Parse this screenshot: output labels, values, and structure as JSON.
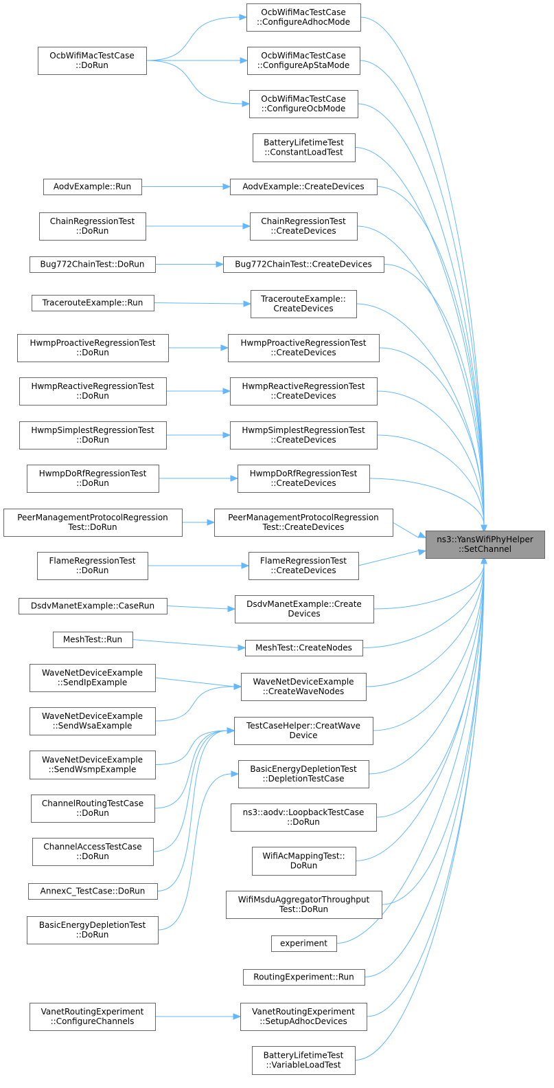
{
  "graph": {
    "root": {
      "id": "root",
      "lines": [
        "ns3::YansWifiPhyHelper",
        "::SetChannel"
      ]
    },
    "nodes": [
      {
        "id": "ocb_adhoc",
        "lines": [
          "OcbWifiMacTestCase",
          "::ConfigureAdhocMode"
        ]
      },
      {
        "id": "ocb_dorun",
        "lines": [
          "OcbWifiMacTestCase",
          "::DoRun"
        ]
      },
      {
        "id": "ocb_apsta",
        "lines": [
          "OcbWifiMacTestCase",
          "::ConfigureApStaMode"
        ]
      },
      {
        "id": "ocb_ocb",
        "lines": [
          "OcbWifiMacTestCase",
          "::ConfigureOcbMode"
        ]
      },
      {
        "id": "battery_const",
        "lines": [
          "BatteryLifetimeTest",
          "::ConstantLoadTest"
        ]
      },
      {
        "id": "aodv_run",
        "lines": [
          "AodvExample::Run"
        ]
      },
      {
        "id": "aodv_create",
        "lines": [
          "AodvExample::CreateDevices"
        ]
      },
      {
        "id": "chain_dorun",
        "lines": [
          "ChainRegressionTest",
          "::DoRun"
        ]
      },
      {
        "id": "chain_create",
        "lines": [
          "ChainRegressionTest",
          "::CreateDevices"
        ]
      },
      {
        "id": "bug_dorun",
        "lines": [
          "Bug772ChainTest::DoRun"
        ]
      },
      {
        "id": "bug_create",
        "lines": [
          "Bug772ChainTest::CreateDevices"
        ]
      },
      {
        "id": "trace_run",
        "lines": [
          "TracerouteExample::Run"
        ]
      },
      {
        "id": "trace_create",
        "lines": [
          "TracerouteExample::",
          "CreateDevices"
        ]
      },
      {
        "id": "hpro_dorun",
        "lines": [
          "HwmpProactiveRegressionTest",
          "::DoRun"
        ]
      },
      {
        "id": "hpro_create",
        "lines": [
          "HwmpProactiveRegressionTest",
          "::CreateDevices"
        ]
      },
      {
        "id": "hrea_dorun",
        "lines": [
          "HwmpReactiveRegressionTest",
          "::DoRun"
        ]
      },
      {
        "id": "hrea_create",
        "lines": [
          "HwmpReactiveRegressionTest",
          "::CreateDevices"
        ]
      },
      {
        "id": "hsim_dorun",
        "lines": [
          "HwmpSimplestRegressionTest",
          "::DoRun"
        ]
      },
      {
        "id": "hsim_create",
        "lines": [
          "HwmpSimplestRegressionTest",
          "::CreateDevices"
        ]
      },
      {
        "id": "hdorf_dorun",
        "lines": [
          "HwmpDoRfRegressionTest",
          "::DoRun"
        ]
      },
      {
        "id": "hdorf_create",
        "lines": [
          "HwmpDoRfRegressionTest",
          "::CreateDevices"
        ]
      },
      {
        "id": "peer_dorun",
        "lines": [
          "PeerManagementProtocolRegression",
          "Test::DoRun"
        ]
      },
      {
        "id": "peer_create",
        "lines": [
          "PeerManagementProtocolRegression",
          "Test::CreateDevices"
        ]
      },
      {
        "id": "flame_dorun",
        "lines": [
          "FlameRegressionTest",
          "::DoRun"
        ]
      },
      {
        "id": "flame_create",
        "lines": [
          "FlameRegressionTest",
          "::CreateDevices"
        ]
      },
      {
        "id": "dsdv_caserun",
        "lines": [
          "DsdvManetExample::CaseRun"
        ]
      },
      {
        "id": "dsdv_create",
        "lines": [
          "DsdvManetExample::Create",
          "Devices"
        ]
      },
      {
        "id": "mesh_run",
        "lines": [
          "MeshTest::Run"
        ]
      },
      {
        "id": "mesh_create",
        "lines": [
          "MeshTest::CreateNodes"
        ]
      },
      {
        "id": "wave_ip",
        "lines": [
          "WaveNetDeviceExample",
          "::SendIpExample"
        ]
      },
      {
        "id": "wave_create",
        "lines": [
          "WaveNetDeviceExample",
          "::CreateWaveNodes"
        ]
      },
      {
        "id": "wave_wsa",
        "lines": [
          "WaveNetDeviceExample",
          "::SendWsaExample"
        ]
      },
      {
        "id": "wave_wsmp",
        "lines": [
          "WaveNetDeviceExample",
          "::SendWsmpExample"
        ]
      },
      {
        "id": "tch_creat",
        "lines": [
          "TestCaseHelper::CreatWave",
          "Device"
        ]
      },
      {
        "id": "chroute_dorun",
        "lines": [
          "ChannelRoutingTestCase",
          "::DoRun"
        ]
      },
      {
        "id": "bed_depl",
        "lines": [
          "BasicEnergyDepletionTest",
          "::DepletionTestCase"
        ]
      },
      {
        "id": "aodv_loop",
        "lines": [
          "ns3::aodv::LoopbackTestCase",
          "::DoRun"
        ]
      },
      {
        "id": "chacc_dorun",
        "lines": [
          "ChannelAccessTestCase",
          "::DoRun"
        ]
      },
      {
        "id": "wifiac",
        "lines": [
          "WifiAcMappingTest::",
          "DoRun"
        ]
      },
      {
        "id": "annexc",
        "lines": [
          "AnnexC_TestCase::DoRun"
        ]
      },
      {
        "id": "msdu",
        "lines": [
          "WifiMsduAggregatorThroughput",
          "Test::DoRun"
        ]
      },
      {
        "id": "bed_dorun",
        "lines": [
          "BasicEnergyDepletionTest",
          "::DoRun"
        ]
      },
      {
        "id": "experiment",
        "lines": [
          "experiment"
        ]
      },
      {
        "id": "rexp_run",
        "lines": [
          "RoutingExperiment::Run"
        ]
      },
      {
        "id": "vanet_conf",
        "lines": [
          "VanetRoutingExperiment",
          "::ConfigureChannels"
        ]
      },
      {
        "id": "vanet_setup",
        "lines": [
          "VanetRoutingExperiment",
          "::SetupAdhocDevices"
        ]
      },
      {
        "id": "battery_var",
        "lines": [
          "BatteryLifetimeTest",
          "::VariableLoadTest"
        ]
      }
    ],
    "edges": [
      {
        "from": "ocb_dorun",
        "to": "ocb_adhoc"
      },
      {
        "from": "ocb_dorun",
        "to": "ocb_apsta"
      },
      {
        "from": "ocb_dorun",
        "to": "ocb_ocb"
      },
      {
        "from": "aodv_run",
        "to": "aodv_create"
      },
      {
        "from": "chain_dorun",
        "to": "chain_create"
      },
      {
        "from": "bug_dorun",
        "to": "bug_create"
      },
      {
        "from": "trace_run",
        "to": "trace_create"
      },
      {
        "from": "hpro_dorun",
        "to": "hpro_create"
      },
      {
        "from": "hrea_dorun",
        "to": "hrea_create"
      },
      {
        "from": "hsim_dorun",
        "to": "hsim_create"
      },
      {
        "from": "hdorf_dorun",
        "to": "hdorf_create"
      },
      {
        "from": "peer_dorun",
        "to": "peer_create"
      },
      {
        "from": "flame_dorun",
        "to": "flame_create"
      },
      {
        "from": "dsdv_caserun",
        "to": "dsdv_create"
      },
      {
        "from": "mesh_run",
        "to": "mesh_create"
      },
      {
        "from": "wave_ip",
        "to": "wave_create"
      },
      {
        "from": "wave_wsa",
        "to": "wave_create"
      },
      {
        "from": "wave_wsmp",
        "to": "tch_creat"
      },
      {
        "from": "chroute_dorun",
        "to": "tch_creat"
      },
      {
        "from": "chacc_dorun",
        "to": "tch_creat"
      },
      {
        "from": "annexc",
        "to": "tch_creat"
      },
      {
        "from": "bed_dorun",
        "to": "bed_depl"
      },
      {
        "from": "vanet_conf",
        "to": "vanet_setup"
      },
      {
        "from": "ocb_adhoc",
        "to": "root"
      },
      {
        "from": "ocb_apsta",
        "to": "root"
      },
      {
        "from": "ocb_ocb",
        "to": "root"
      },
      {
        "from": "battery_const",
        "to": "root"
      },
      {
        "from": "aodv_create",
        "to": "root"
      },
      {
        "from": "chain_create",
        "to": "root"
      },
      {
        "from": "bug_create",
        "to": "root"
      },
      {
        "from": "trace_create",
        "to": "root"
      },
      {
        "from": "hpro_create",
        "to": "root"
      },
      {
        "from": "hrea_create",
        "to": "root"
      },
      {
        "from": "hsim_create",
        "to": "root"
      },
      {
        "from": "hdorf_create",
        "to": "root"
      },
      {
        "from": "peer_create",
        "to": "root"
      },
      {
        "from": "flame_create",
        "to": "root"
      },
      {
        "from": "dsdv_create",
        "to": "root"
      },
      {
        "from": "mesh_create",
        "to": "root"
      },
      {
        "from": "wave_create",
        "to": "root"
      },
      {
        "from": "tch_creat",
        "to": "root"
      },
      {
        "from": "bed_depl",
        "to": "root"
      },
      {
        "from": "aodv_loop",
        "to": "root"
      },
      {
        "from": "wifiac",
        "to": "root"
      },
      {
        "from": "msdu",
        "to": "root"
      },
      {
        "from": "experiment",
        "to": "root"
      },
      {
        "from": "rexp_run",
        "to": "root"
      },
      {
        "from": "vanet_setup",
        "to": "root"
      },
      {
        "from": "battery_var",
        "to": "root"
      }
    ]
  },
  "colors": {
    "edge": "#63b8ff",
    "node_border": "#666666",
    "root_fill": "#999999"
  }
}
